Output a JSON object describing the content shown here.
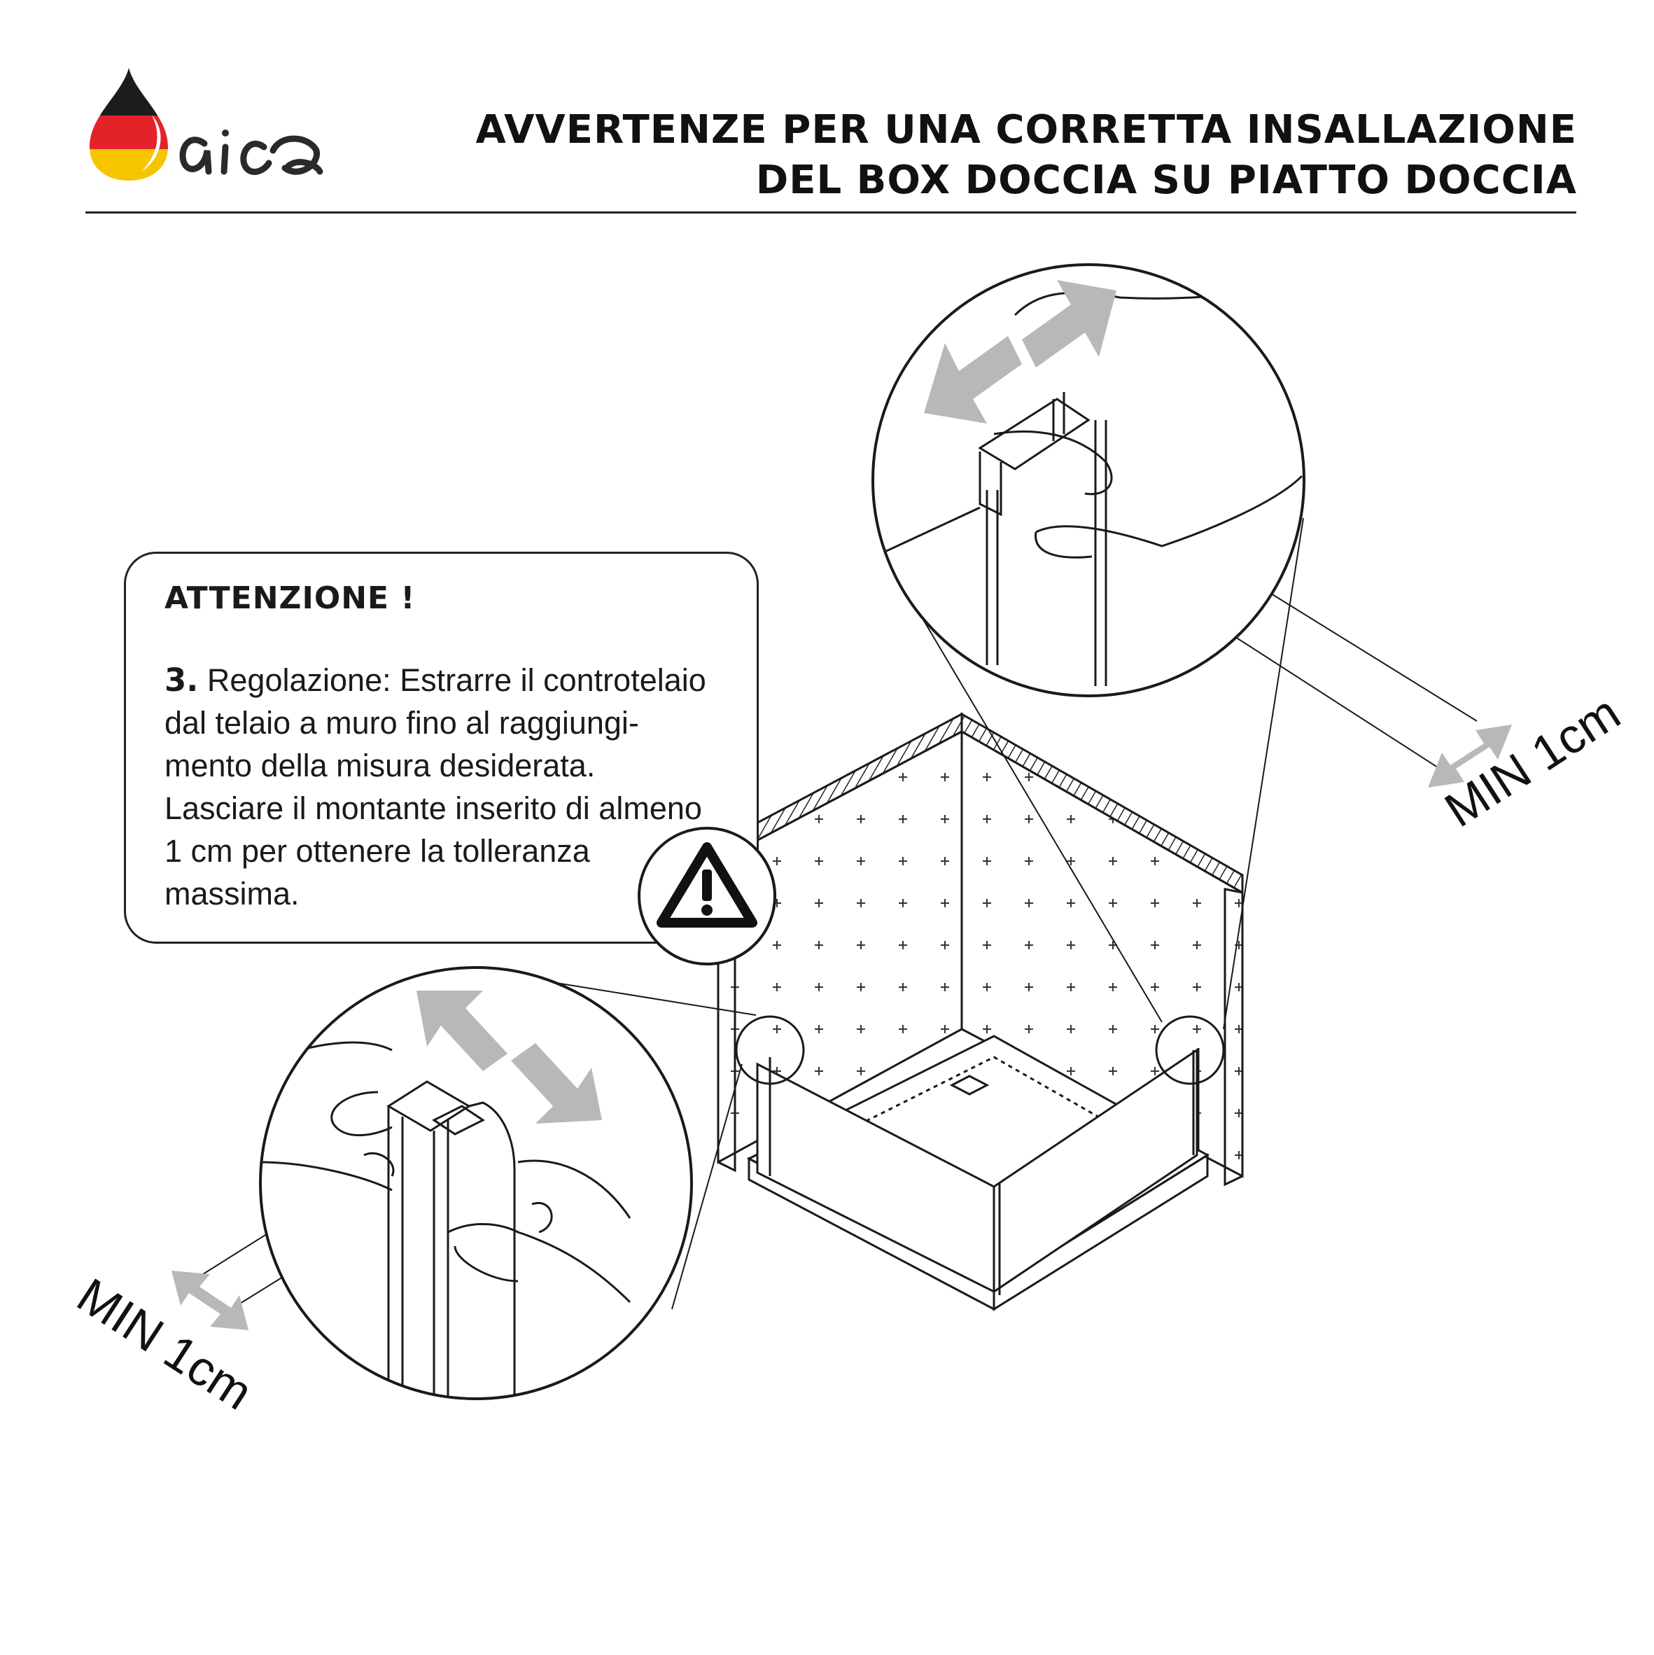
{
  "brand": {
    "name": "aica",
    "logo_icon": "german-flag-drop-icon",
    "colors": {
      "black": "#1c1c1c",
      "red": "#e3222a",
      "gold": "#f7c400"
    }
  },
  "header": {
    "title_line1": "AVVERTENZE PER UNA CORRETTA INSALLAZIONE",
    "title_line2": "DEL BOX DOCCIA SU PIATTO DOCCIA"
  },
  "notice": {
    "heading": "ATTENZIONE !",
    "step_number": "3.",
    "lines": [
      " Regolazione: Estrarre il controtelaio",
      "dal telaio a muro  fino al raggiungi-",
      "mento della misura desiderata.",
      "Lasciare il montante inserito di almeno",
      "1 cm per ottenere la tolleranza",
      "massima."
    ],
    "icon": "warning-triangle-icon"
  },
  "labels": {
    "min_right": "MIN 1cm",
    "min_left": "MIN 1cm"
  },
  "illustration": {
    "arrow_color": "#b8b8b8",
    "line_color": "#1a1a1a"
  }
}
